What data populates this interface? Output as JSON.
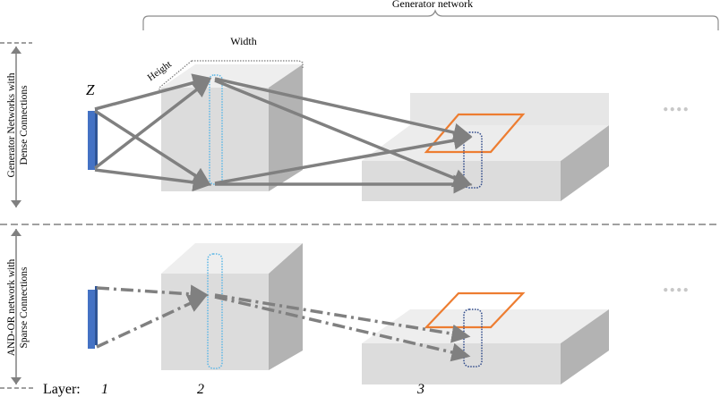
{
  "title": "Generator network",
  "dimension_labels": {
    "width": "Width",
    "height": "Height"
  },
  "latent_label": "Z",
  "sections": [
    {
      "line1": "Generator Networks with",
      "line2": "Dense Connections"
    },
    {
      "line1": "AND-OR network with",
      "line2": "Sparse Connections"
    }
  ],
  "layer_axis": {
    "label": "Layer:",
    "ticks": [
      "1",
      "2",
      "3"
    ]
  },
  "ellipsis": "....",
  "colors": {
    "latent": "#4472c4",
    "arrow": "#808080",
    "orange": "#ed7d31",
    "cyan": "#5bb6e6",
    "navy": "#2f4a8a"
  }
}
